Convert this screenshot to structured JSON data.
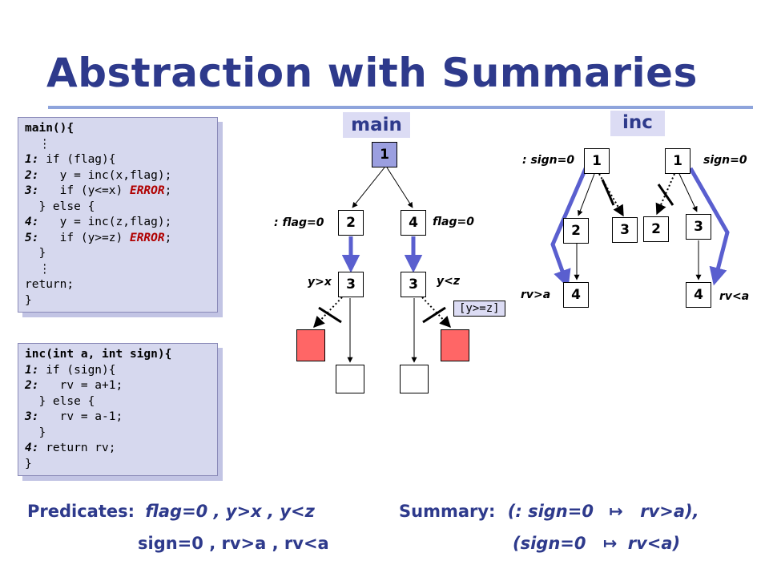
{
  "title": "Abstraction with Summaries",
  "main_code": {
    "lines": [
      {
        "num": "",
        "text": "main(){",
        "err": "",
        "tail": ""
      },
      {
        "num": "",
        "text": "  ⋮",
        "err": "",
        "tail": ""
      },
      {
        "num": "1:",
        "text": " if (flag){",
        "err": "",
        "tail": ""
      },
      {
        "num": "2:",
        "text": "   y = inc(x,flag);",
        "err": "",
        "tail": ""
      },
      {
        "num": "3:",
        "text": "   if (y<=x) ",
        "err": "ERROR",
        "tail": ";"
      },
      {
        "num": "",
        "text": "  } else {",
        "err": "",
        "tail": ""
      },
      {
        "num": "4:",
        "text": "   y = inc(z,flag);",
        "err": "",
        "tail": ""
      },
      {
        "num": "5:",
        "text": "   if (y>=z) ",
        "err": "ERROR",
        "tail": ";"
      },
      {
        "num": "",
        "text": "  }",
        "err": "",
        "tail": ""
      },
      {
        "num": "",
        "text": "  ⋮",
        "err": "",
        "tail": ""
      },
      {
        "num": "",
        "text": "return;",
        "err": "",
        "tail": ""
      },
      {
        "num": "",
        "text": "}",
        "err": "",
        "tail": ""
      }
    ]
  },
  "inc_code": {
    "lines": [
      {
        "num": "",
        "text": "inc(int a, int sign){",
        "err": "",
        "tail": ""
      },
      {
        "num": "1:",
        "text": " if (sign){",
        "err": "",
        "tail": ""
      },
      {
        "num": "2:",
        "text": "   rv = a+1;",
        "err": "",
        "tail": ""
      },
      {
        "num": "",
        "text": "  } else {",
        "err": "",
        "tail": ""
      },
      {
        "num": "3:",
        "text": "   rv = a-1;",
        "err": "",
        "tail": ""
      },
      {
        "num": "",
        "text": "  }",
        "err": "",
        "tail": ""
      },
      {
        "num": "4:",
        "text": " return rv;",
        "err": "",
        "tail": ""
      },
      {
        "num": "",
        "text": "}",
        "err": "",
        "tail": ""
      }
    ]
  },
  "main_header": "main",
  "inc_header": "inc",
  "main_tree": {
    "root": "1",
    "left": "2",
    "right": "4",
    "left_child": "3",
    "right_child": "3",
    "label_not_flag": ": flag=0",
    "label_flag": "flag=0",
    "label_yx": "y>x",
    "label_yz": "y<z",
    "annotation": "[y>=z]"
  },
  "inc_tree_left": {
    "root": "1",
    "a": "2",
    "b": "3",
    "c": "4",
    "label_top": ": sign=0",
    "label_bottom": "rv>a"
  },
  "inc_tree_right": {
    "root": "1",
    "a": "2",
    "b": "3",
    "c": "4",
    "label_top": "sign=0",
    "label_bottom": "rv<a"
  },
  "predicates": {
    "label": "Predicates:",
    "line1": "flag=0 , y>x , y<z",
    "line2": "sign=0 , rv>a , rv<a"
  },
  "summary": {
    "label": "Summary:",
    "line1_a": "(: sign=0",
    "line1_arrow": "↦",
    "line1_b": "rv>a),",
    "line2_a": "(sign=0",
    "line2_arrow": "↦",
    "line2_b": "rv<a)"
  },
  "colors": {
    "title": "#2e3a8c",
    "root_node": "#9b9fe0",
    "error_node": "#ff6666",
    "arrow": "#5a5fcf"
  }
}
